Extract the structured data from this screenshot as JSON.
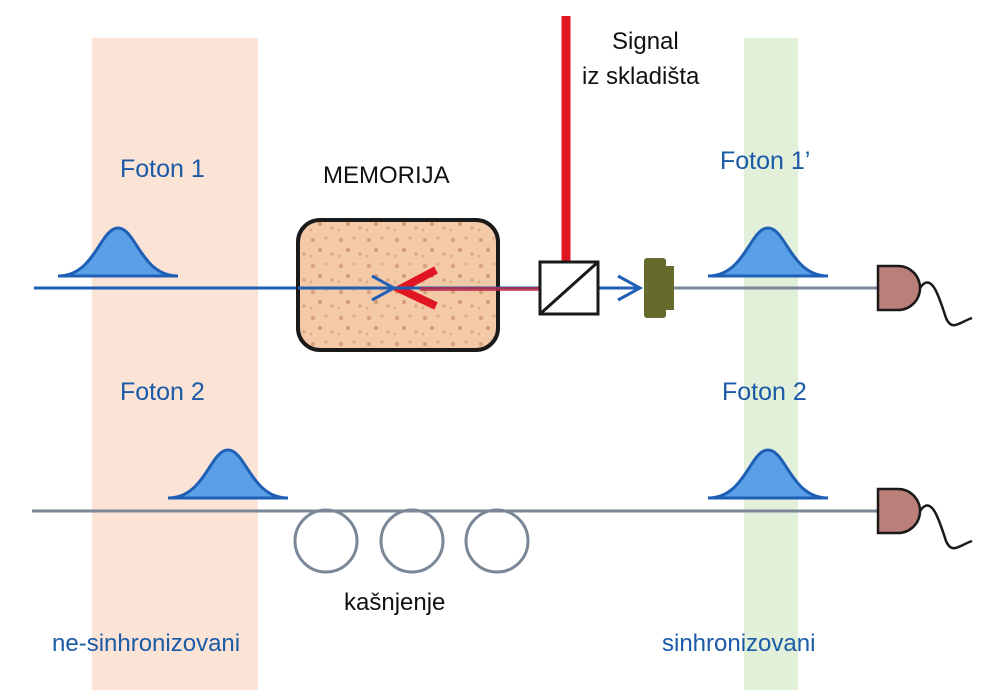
{
  "labels": {
    "signal_line1": "Signal",
    "signal_line2": "iz skladišta",
    "memory": "MEMORIJA",
    "foton1": "Foton 1",
    "foton1_prime": "Foton 1’",
    "foton2_left": "Foton 2",
    "foton2_right": "Foton 2",
    "delay": "kašnjenje",
    "unsynchronized": "ne-sinhronizovani",
    "synchronized": "sinhronizovani"
  },
  "colors": {
    "zone_left": "#fbe3d6",
    "zone_right": "#e2f0da",
    "beam_blue": "#1f5fb5",
    "beam_glow": "#9cc8f2",
    "pulse_fill": "#5aa0e6",
    "pulse_edge": "#1f5fb5",
    "fiber": "#7a8796",
    "signal_red": "#e01622",
    "memory_fill": "#f3c9a8",
    "memory_border": "#1a1a1a",
    "detector": "#b97f78",
    "modulator": "#666b2c"
  },
  "icons": {
    "beam_splitter": "beam-splitter-icon",
    "detector": "photon-detector-icon",
    "modulator": "modulator-icon",
    "delay_loop": "fiber-loop-icon"
  }
}
